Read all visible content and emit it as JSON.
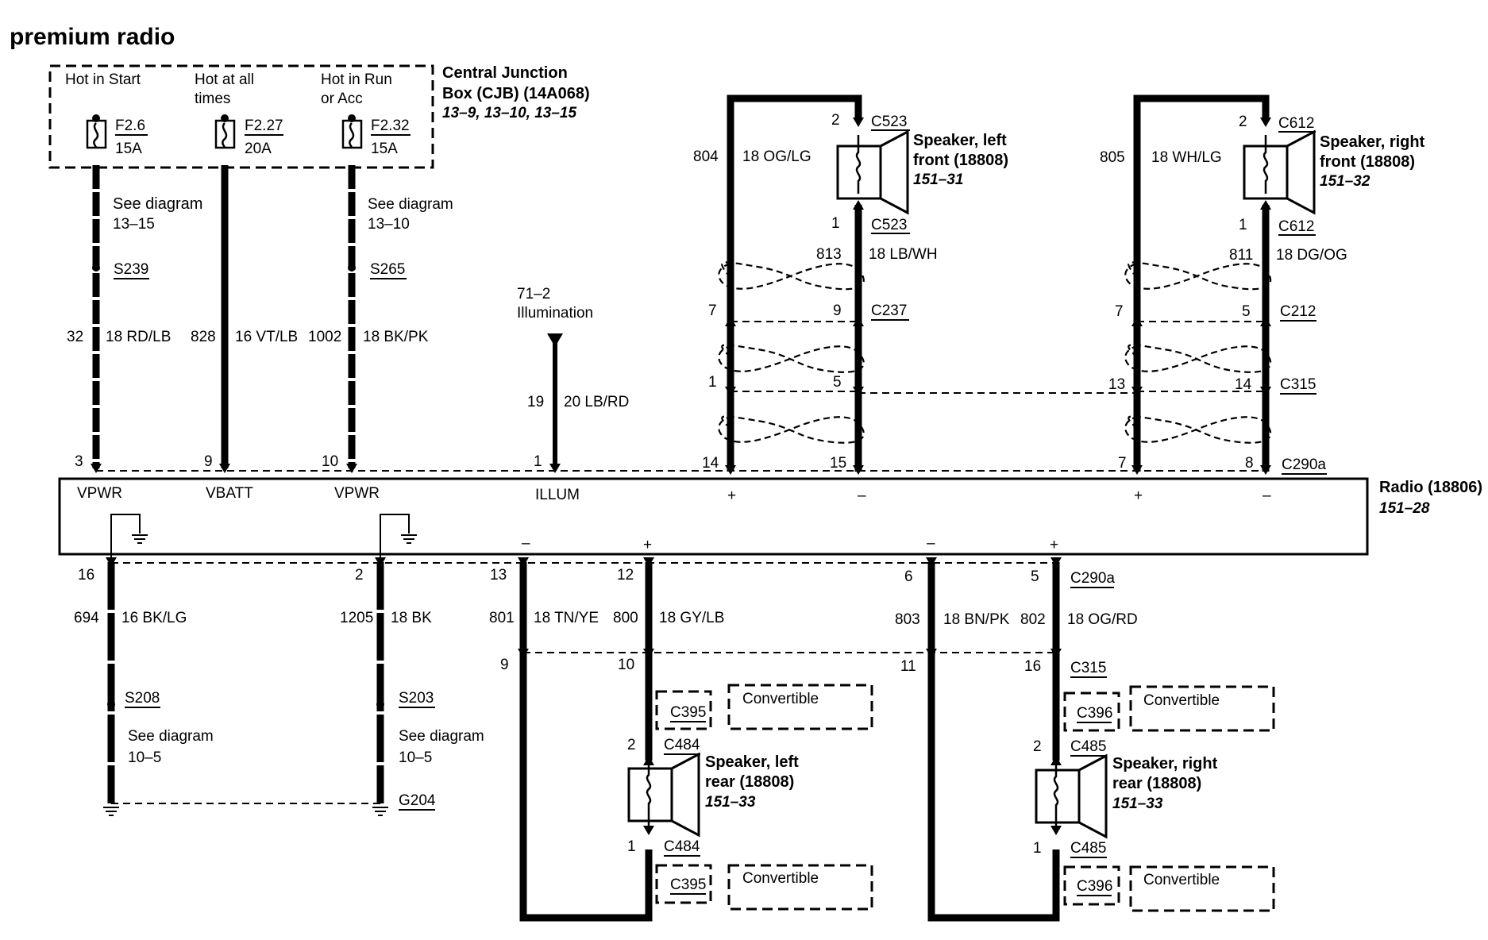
{
  "title": "premium radio",
  "cjb": {
    "name_line1": "Central Junction",
    "name_line2": "Box (CJB) (14A068)",
    "ref": "13–9, 13–10, 13–15",
    "hot_start": "Hot in Start",
    "hot_all_1": "Hot at all",
    "hot_all_2": "times",
    "hot_run_1": "Hot in Run",
    "hot_run_2": "or Acc",
    "fuses": [
      {
        "id": "F2.6",
        "amps": "15A"
      },
      {
        "id": "F2.27",
        "amps": "20A"
      },
      {
        "id": "F2.32",
        "amps": "15A"
      }
    ]
  },
  "feeds": {
    "see_diagram": "See diagram",
    "ref_a": "13–15",
    "ref_b": "13–10",
    "splice_a": "S239",
    "splice_b": "S265",
    "w32_circuit": "32",
    "w32_color": "18 RD/LB",
    "w828_circuit": "828",
    "w828_color": "16 VT/LB",
    "w1002_circuit": "1002",
    "w1002_color": "18 BK/PK",
    "illum_ref": "71–2",
    "illum_label": "Illumination",
    "illum_circuit": "19",
    "illum_color": "20 LB/RD"
  },
  "radio": {
    "name": "Radio (18806)",
    "ref": "151–28",
    "pins_top": [
      "3",
      "9",
      "10",
      "1",
      "14",
      "15",
      "7",
      "8"
    ],
    "labels_top": [
      "VPWR",
      "VBATT",
      "VPWR",
      "ILLUM"
    ],
    "connector_top": "C290a",
    "pins_bottom": [
      "16",
      "2",
      "13",
      "12",
      "6",
      "5"
    ],
    "connector_bottom": "C290a",
    "plus": "+",
    "minus": "–"
  },
  "left_front": {
    "name_1": "Speaker, left",
    "name_2": "front (18808)",
    "ref": "151–31",
    "conn": "C523",
    "pin_top": "2",
    "pin_bot": "1",
    "c804": "804",
    "c804_color": "18 OG/LG",
    "c813": "813",
    "c813_color": "18 LB/WH",
    "c237": "C237",
    "pin7": "7",
    "pin9": "9",
    "pin1": "1",
    "pin5": "5"
  },
  "right_front": {
    "name_1": "Speaker, right",
    "name_2": "front (18808)",
    "ref": "151–32",
    "conn": "C612",
    "pin_top": "2",
    "pin_bot": "1",
    "c805": "805",
    "c805_color": "18 WH/LG",
    "c811": "811",
    "c811_color": "18 DG/OG",
    "c212": "C212",
    "c315": "C315",
    "pin7": "7",
    "pin5": "5",
    "pin13": "13",
    "pin14": "14"
  },
  "grounds": {
    "c694": "694",
    "c694_color": "16 BK/LG",
    "c1205": "1205",
    "c1205_color": "18 BK",
    "s208": "S208",
    "s203": "S203",
    "see_diagram": "See diagram",
    "ref": "10–5",
    "g204": "G204"
  },
  "left_rear": {
    "c801": "801",
    "c801_color": "18 TN/YE",
    "c800": "800",
    "c800_color": "18 GY/LB",
    "pin9": "9",
    "pin10": "10",
    "c395": "C395",
    "c484": "C484",
    "convertible": "Convertible",
    "name_1": "Speaker, left",
    "name_2": "rear (18808)",
    "ref": "151–33",
    "pin_top": "2",
    "pin_bot": "1"
  },
  "right_rear": {
    "c803": "803",
    "c803_color": "18 BN/PK",
    "c802": "802",
    "c802_color": "18 OG/RD",
    "pin11": "11",
    "pin16": "16",
    "c315": "C315",
    "c396": "C396",
    "c485": "C485",
    "convertible": "Convertible",
    "name_1": "Speaker, right",
    "name_2": "rear (18808)",
    "ref": "151–33",
    "pin_top": "2",
    "pin_bot": "1"
  }
}
